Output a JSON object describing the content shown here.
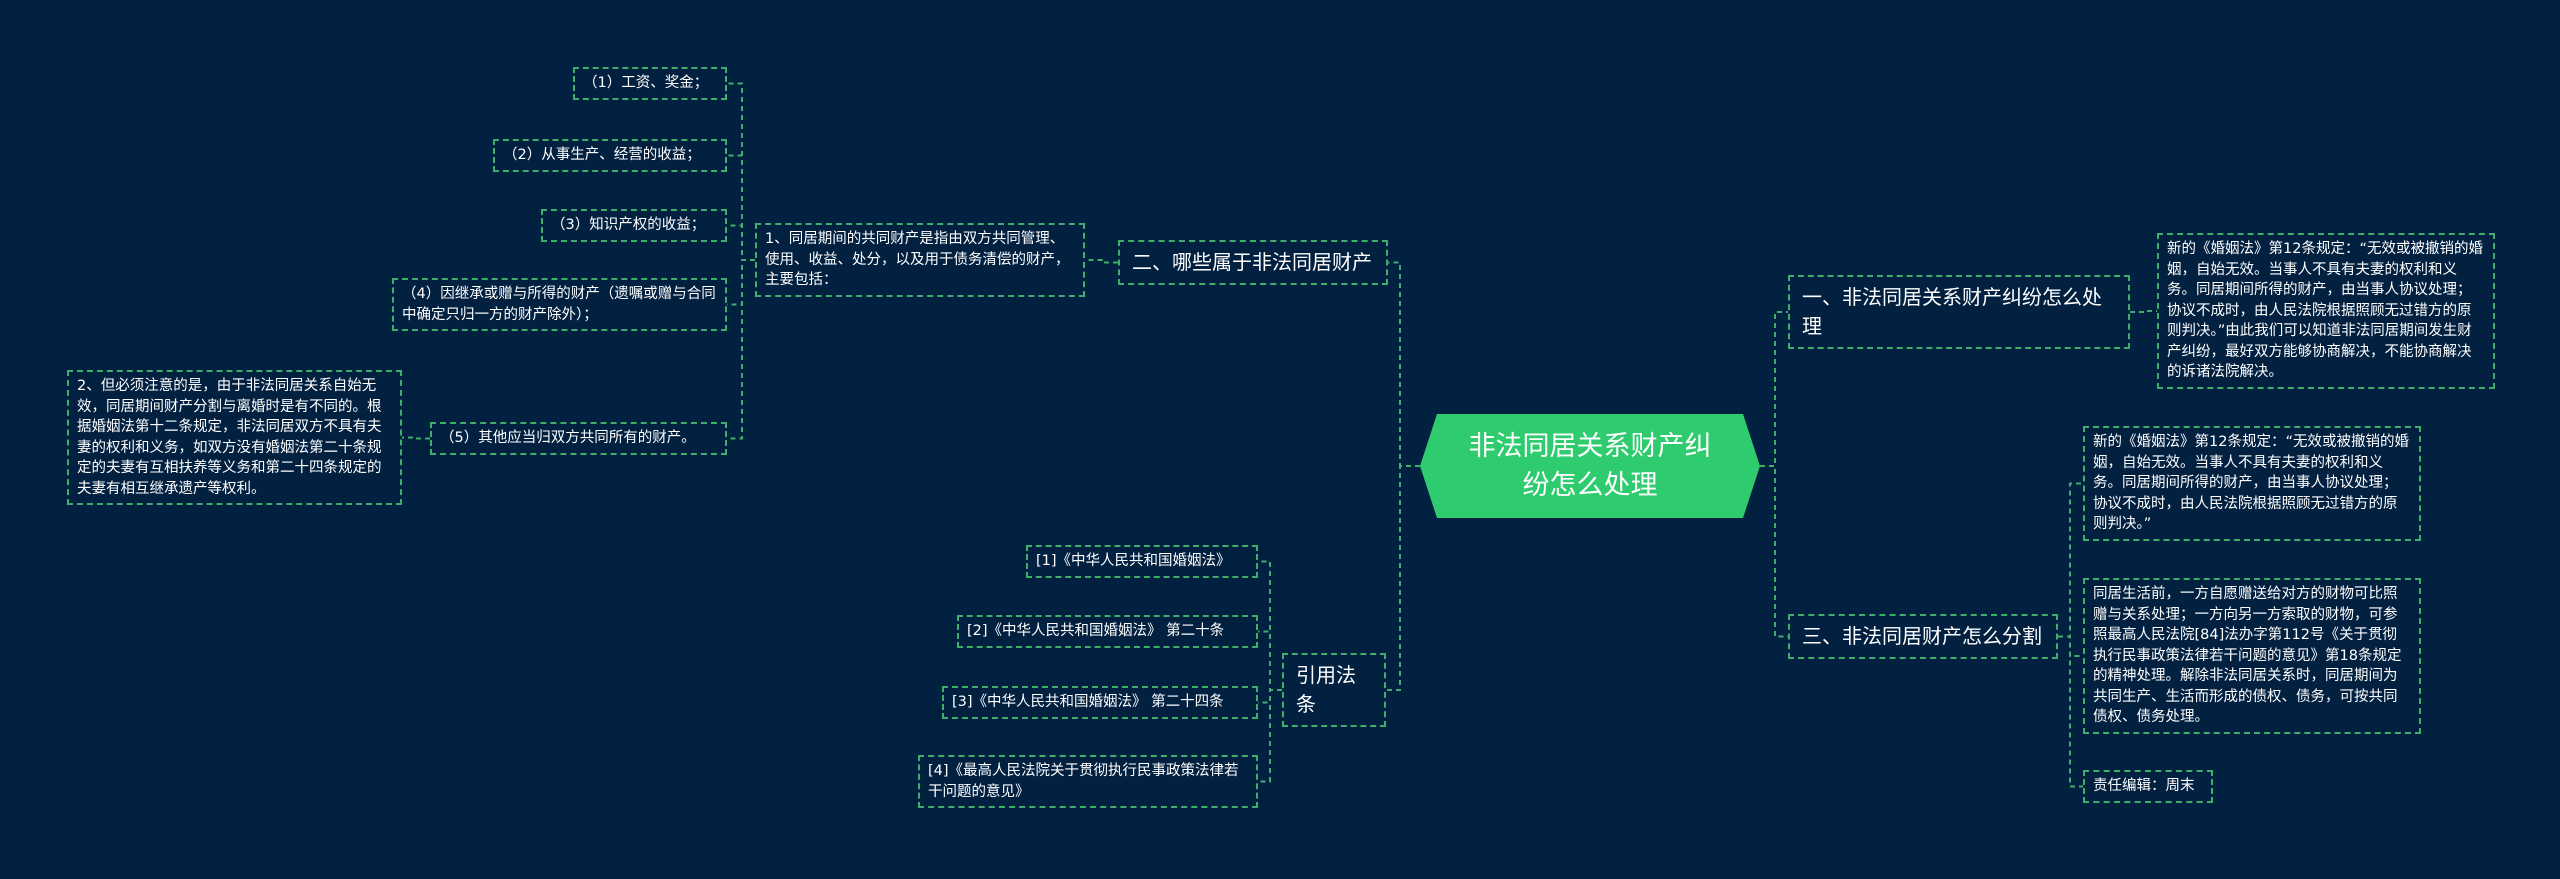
{
  "colors": {
    "background": "#022040",
    "edge": "#3fae6a",
    "root": "#2ecc6e",
    "text": "#ffffff"
  },
  "root": {
    "text": "非法同居关系财产纠纷怎么处理"
  },
  "branch_property": {
    "label": "二、哪些属于非法同居财产",
    "intro": "1、同居期间的共同财产是指由双方共同管理、使用、收益、处分，以及用于债务清偿的财产，主要包括：",
    "items": [
      "（1）工资、奖金；",
      "（2）从事生产、经营的收益；",
      "（3）知识产权的收益；",
      "（4）因继承或赠与所得的财产（遗嘱或赠与合同中确定只归一方的财产除外）；",
      "（5）其他应当归双方共同所有的财产。"
    ],
    "note": "2、但必须注意的是，由于非法同居关系自始无效，同居期间财产分割与离婚时是有不同的。根据婚姻法第十二条规定，非法同居双方不具有夫妻的权利和义务，如双方没有婚姻法第二十条规定的夫妻有互相扶养等义务和第二十四条规定的夫妻有相互继承遗产等权利。"
  },
  "branch_law": {
    "label": "引用法条",
    "items": [
      "[1]《中华人民共和国婚姻法》",
      "[2]《中华人民共和国婚姻法》 第二十条",
      "[3]《中华人民共和国婚姻法》 第二十四条",
      "[4]《最高人民法院关于贯彻执行民事政策法律若干问题的意见》"
    ]
  },
  "branch_dispute": {
    "label": "一、非法同居关系财产纠纷怎么处理",
    "detail": "新的《婚姻法》第12条规定：“无效或被撤销的婚姻，自始无效。当事人不具有夫妻的权利和义务。同居期间所得的财产，由当事人协议处理；协议不成时，由人民法院根据照顾无过错方的原则判决。”由此我们可以知道非法同居期间发生财产纠纷，最好双方能够协商解决，不能协商解决的诉诸法院解决。"
  },
  "branch_split": {
    "label": "三、非法同居财产怎么分割",
    "detail1": "新的《婚姻法》第12条规定：“无效或被撤销的婚姻，自始无效。当事人不具有夫妻的权利和义务。同居期间所得的财产，由当事人协议处理；协议不成时，由人民法院根据照顾无过错方的原则判决。”",
    "detail2": "同居生活前，一方自愿赠送给对方的财物可比照赠与关系处理；一方向另一方索取的财物，可参照最高人民法院[84]法办字第112号《关于贯彻执行民事政策法律若干问题的意见》第18条规定的精神处理。解除非法同居关系时，同居期间为共同生产、生活而形成的债权、债务，可按共同债权、债务处理。",
    "editor": "责任编辑：周末"
  }
}
